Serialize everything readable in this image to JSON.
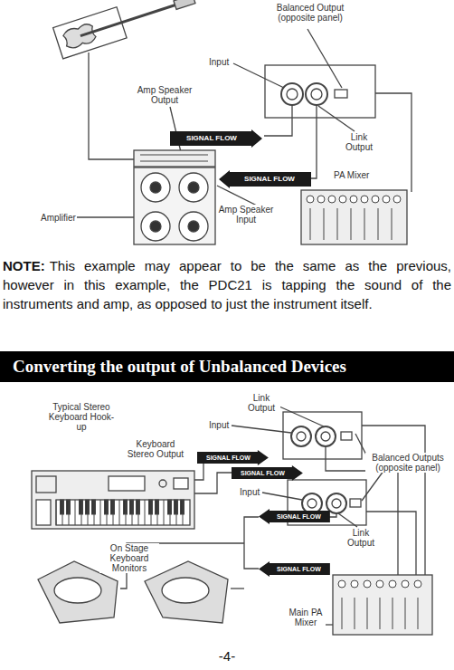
{
  "diagram": {
    "nodes": [
      {
        "text": [
          "SIGNAL FLOW"
        ]
      },
      {
        "text": [
          "SIGNAL FLOW"
        ]
      },
      {
        "text": [
          "Converting the output of Unbalanced Devices"
        ]
      },
      {
        "text": [
          "SIGNAL FLOW"
        ]
      },
      {
        "text": [
          "SIGNAL FLOW"
        ]
      },
      {
        "text": [
          "SIGNAL FLOW"
        ]
      },
      {
        "text": [
          "SIGNAL FLOW"
        ]
      }
    ],
    "labels": [
      "Balanced Output (opposite panel)",
      "Input",
      "Amp Speaker Output",
      "Link Output",
      "PA Mixer",
      "Amplifier",
      "Amp Speaker Input",
      "NOTE:",
      "This example may appear to be the same as the previous, however in this example, the PDC21 is tapping the sound of the instruments and amp, as opposed to just the instrument itself.",
      "Typical Stereo Keyboard Hook-up",
      "Link Output",
      "Input",
      "Keyboard Stereo Output",
      "Balanced Outputs (opposite panel)",
      "Input",
      "Link Output",
      "On Stage Keyboard Monitors",
      "Main PA Mixer",
      "-4-"
    ]
  }
}
